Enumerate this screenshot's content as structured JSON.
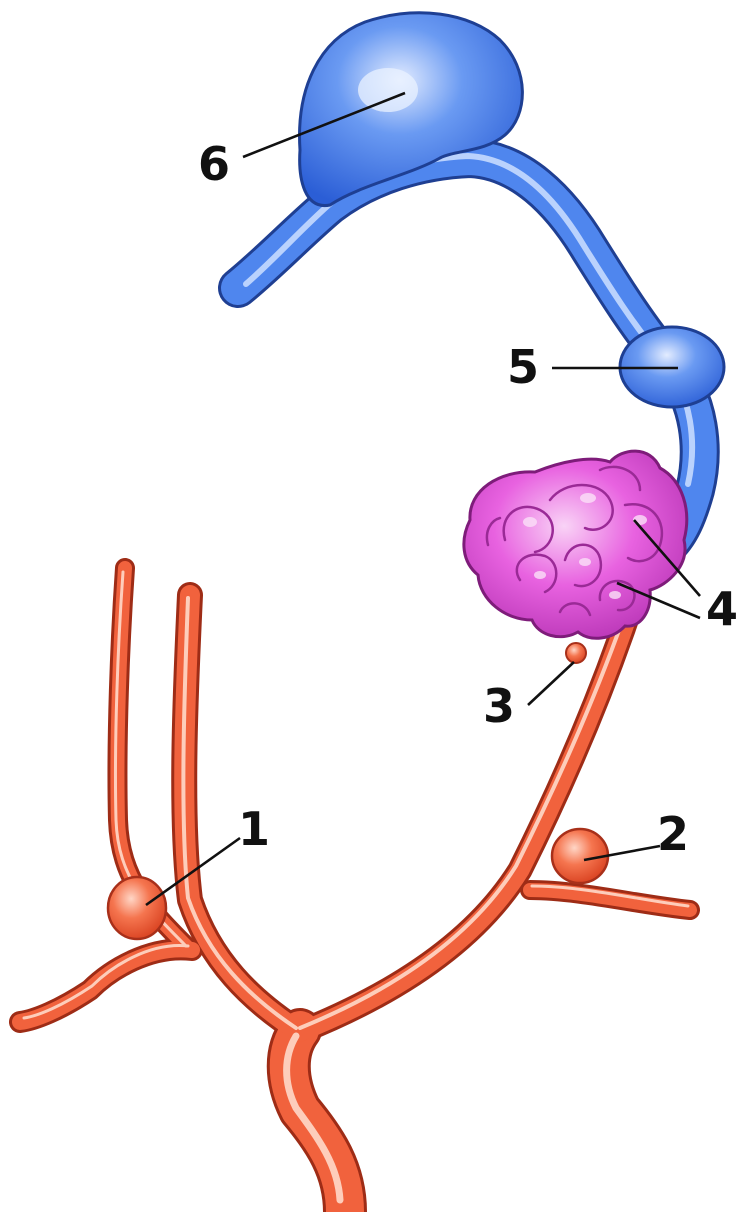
{
  "labels": {
    "l1": "1",
    "l2": "2",
    "l3": "3",
    "l4": "4",
    "l5": "5",
    "l6": "6"
  },
  "colors": {
    "artery": "#f2633e",
    "artery_edge": "#a8301a",
    "artery_highlight": "#ffd2bf",
    "vein": "#4e86ee",
    "vein_edge": "#1e3f93",
    "vein_highlight": "#c9dcff",
    "nidus": "#e25cdc",
    "nidus_edge": "#8a1f86",
    "nidus_highlight": "#f7c7f3"
  }
}
